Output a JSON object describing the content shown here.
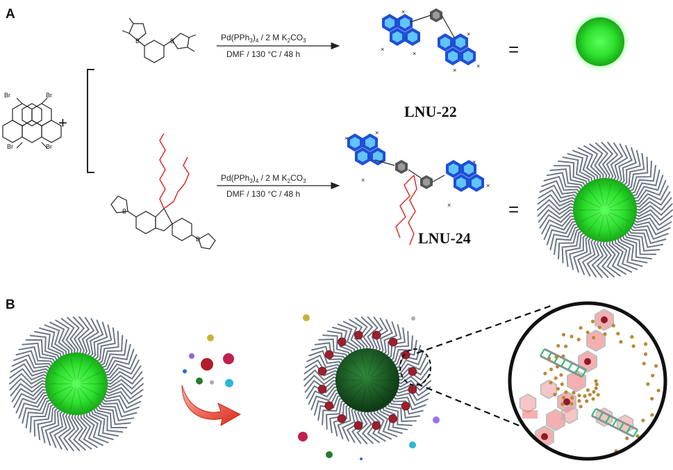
{
  "panels": {
    "a_label": "A",
    "b_label": "B"
  },
  "reagent": {
    "br_tl": "Br",
    "br_tr": "Br",
    "br_bl": "Br",
    "br_br": "Br",
    "plus": "+"
  },
  "reaction_top": {
    "catalyst_text": "Pd(PPh",
    "catalyst_sub": "3",
    "catalyst_rest": ")",
    "catalyst_sub2": "4",
    "base_text": " / 2 M K",
    "base_sub": "2",
    "base_rest": "CO",
    "base_sub2": "3",
    "solvent": "DMF  /  130  °C  /  48 h",
    "boron1": "B",
    "boron2": "B",
    "product": "LNU-22",
    "equals": "="
  },
  "reaction_bottom": {
    "catalyst_text": "Pd(PPh",
    "catalyst_sub": "3",
    "catalyst_rest": ")",
    "catalyst_sub2": "4",
    "base_text": " / 2 M K",
    "base_sub": "2",
    "base_rest": "CO",
    "base_sub2": "3",
    "solvent": "DMF  /  130  °C  /  48 h",
    "boron1": "B",
    "boron2": "B",
    "product": "LNU-24",
    "equals": "="
  },
  "colors": {
    "pyrene_blue": "#1f4fd6",
    "pyrene_light": "#55b8ff",
    "particle_green": "#2ee02e",
    "alkyl_red": "#e02020",
    "chain_gray": "#6b7685",
    "arrow_red": "#e8442c"
  },
  "icons": {
    "arrow": "curved-arrow-icon",
    "zoom": "magnifier-circle-icon"
  }
}
